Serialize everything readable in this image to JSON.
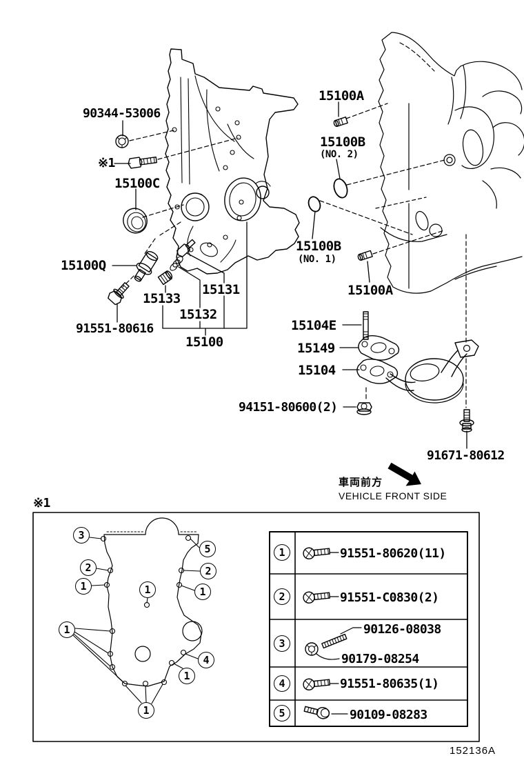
{
  "colors": {
    "ink": "#000000",
    "paper": "#ffffff"
  },
  "page": {
    "figure_code": "152136A"
  },
  "main": {
    "labels": {
      "nut_front_cover": "90344-53006",
      "ref_bolt": "※1",
      "oil_seal": "15100C",
      "oil_control_valve": "15100Q",
      "bolt_ocv": "91551-80616",
      "plug_15133": "15133",
      "spring_15132": "15132",
      "valve_15131": "15131",
      "pump_assy": "15100",
      "plug_a_top": "15100A",
      "oring_b2": "15100B",
      "oring_b2_note": "(NO. 2)",
      "oring_b1": "15100B",
      "oring_b1_note": "(NO. 1)",
      "plug_a_bottom": "15100A",
      "stud_15104e": "15104E",
      "gasket_15149": "15149",
      "strainer_15104": "15104",
      "nut_strainer": "94151-80600(2)",
      "bolt_strainer": "91671-80612"
    },
    "front_marker": {
      "jp": "車両前方",
      "en": "VEHICLE FRONT SIDE"
    }
  },
  "detail": {
    "ref": "※1",
    "callouts": [
      "3",
      "5",
      "2",
      "2",
      "1",
      "1",
      "1",
      "1",
      "4",
      "1",
      "1"
    ],
    "table": {
      "rows": [
        {
          "no": "1",
          "part": "91551-80620(11)"
        },
        {
          "no": "2",
          "part": "91551-C0830(2)"
        },
        {
          "no": "3",
          "part": "90126-08038",
          "part2": "90179-08254"
        },
        {
          "no": "4",
          "part": "91551-80635(1)"
        },
        {
          "no": "5",
          "part": "90109-08283"
        }
      ]
    }
  }
}
